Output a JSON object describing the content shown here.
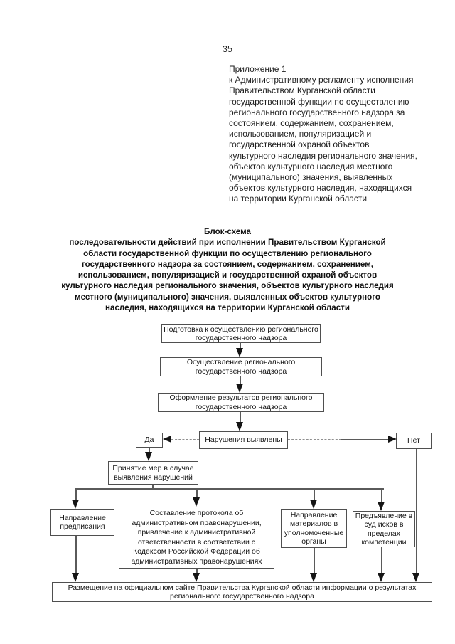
{
  "page": {
    "number": "35",
    "annex_heading": "Приложение 1\nк Административному регламенту исполнения\nПравительством Курганской области\nгосударственной функции по осуществлению\nрегионального государственного надзора за\nсостоянием, содержанием, сохранением,\nиспользованием, популяризацией и\nгосударственной охраной объектов\nкультурного наследия регионального значения,\nобъектов культурного наследия местного\n(муниципального) значения, выявленных\nобъектов культурного наследия, находящихся\nна территории Курганской области",
    "title": "Блок-схема\nпоследовательности действий при исполнении Правительством Курганской\nобласти государственной функции по осуществлению регионального\nгосударственного надзора за состоянием, содержанием, сохранением,\nиспользованием, популяризацией и государственной охраной объектов\nкультурного наследия регионального значения, объектов культурного наследия\nместного (муниципального) значения, выявленных объектов культурного\nнаследия, находящихся на территории Курганской области"
  },
  "flowchart": {
    "nodes": {
      "preparation": {
        "label": "Подготовка к осуществлению регионального\nгосударственного надзора"
      },
      "implementation": {
        "label": "Осуществление регионального\nгосударственного надзора"
      },
      "registration": {
        "label": "Оформление результатов регионального\nгосударственного надзора"
      },
      "violations": {
        "label": "Нарушения выявлены"
      },
      "yes": {
        "label": "Да"
      },
      "no": {
        "label": "Нет"
      },
      "measures": {
        "label": "Принятие мер в случае\nвыявления нарушений"
      },
      "prescription": {
        "label": "Направление\nпредписания"
      },
      "protocol": {
        "label": "Составление протокола об\nадминистративном правонарушении,\nпривлечение к административной\nответственности в соответствии с\nКодексом Российской Федерации об\nадминистративных правонарушениях"
      },
      "materials": {
        "label": "Направление\nматериалов в\nуполномоченные\nорганы"
      },
      "court": {
        "label": "Предъявление в\nсуд исков в\nпределах\nкомпетенции"
      },
      "publication": {
        "label": "Размещение на официальном сайте Правительства Курганской области информации о результатах\nрегионального государственного надзора"
      }
    },
    "colors": {
      "box_border": "#4f4f4f",
      "connector_line": "#5a5a5a",
      "arrowhead": "#141414",
      "text": "#141414",
      "background": "#ffffff"
    }
  }
}
